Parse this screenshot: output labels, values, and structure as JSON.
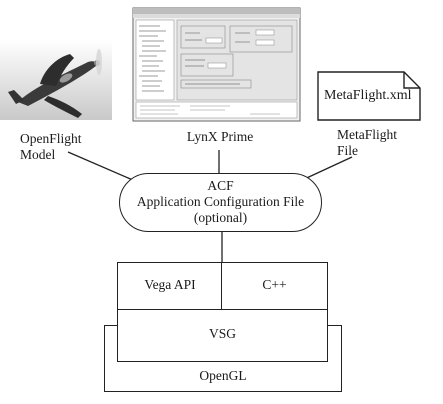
{
  "inputs": {
    "openflight": {
      "line1": "OpenFlight",
      "line2": "Model"
    },
    "lynx": {
      "label": "LynX Prime"
    },
    "metaflight": {
      "line1": "MetaFlight",
      "line2": "File",
      "file_name": "MetaFlight.xml"
    }
  },
  "acf": {
    "line1": "ACF",
    "line2": "Application Configuration File",
    "line3": "(optional)"
  },
  "stack": {
    "vega_api": "Vega API",
    "cpp": "C++",
    "vsg": "VSG",
    "opengl": "OpenGL"
  }
}
